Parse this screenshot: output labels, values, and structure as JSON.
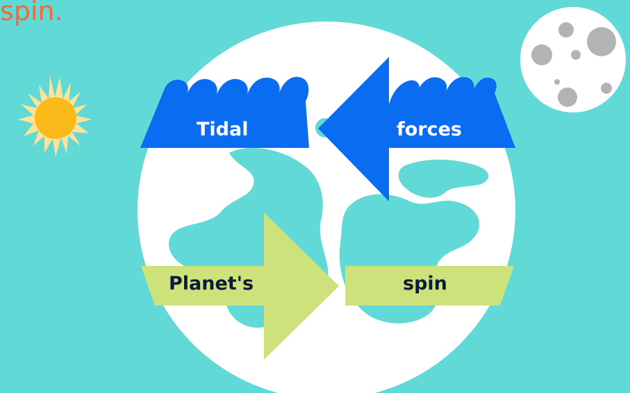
{
  "caption": "spin.",
  "labels": {
    "tidal": "Tidal",
    "forces": "forces",
    "planets": "Planet's",
    "spin": "spin"
  },
  "colors": {
    "background": "#61d9d6",
    "planet": "#ffffff",
    "tidal_arrow": "#0a6cf0",
    "spin_arrow": "#cde27a",
    "caption": "#f26a3a",
    "sun": "#fbb91a",
    "sun_rays": "#fbe49a",
    "moon": "#ffffff",
    "moon_craters": "#b3b3b3"
  },
  "icons": {
    "sun": "sun-icon",
    "moon": "moon-icon"
  }
}
